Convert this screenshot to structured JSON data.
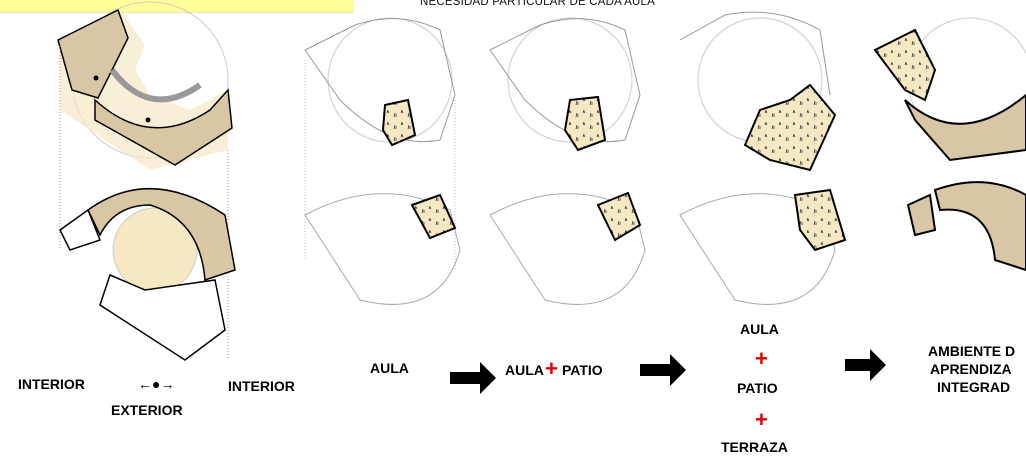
{
  "heading": "NECESIDAD PARTICULAR DE CADA AULA",
  "legend": {
    "left_label": "INTERIOR",
    "right_label": "INTERIOR",
    "bottom_label": "EXTERIOR",
    "connector_symbol": "←●→"
  },
  "sequence": {
    "step1": "AULA",
    "step2_a": "AULA",
    "step2_plus": "+",
    "step2_b": "PATIO",
    "step3_a": "AULA",
    "step3_plus1": "+",
    "step3_b": "PATIO",
    "step3_plus2": "+",
    "step3_c": "TERRAZA",
    "step4_line1": "AMBIENTE D",
    "step4_line2": "APRENDIZA",
    "step4_line3": "INTEGRAD"
  },
  "colors": {
    "accent_bar": "#ffff99",
    "plus_red": "#e00000",
    "room_fill": "#d8c6a5",
    "patio_fill": "#f7e8c4",
    "outline": "#000000"
  },
  "icons": [
    "arrow-right-icon",
    "double-arrow-connector-icon",
    "plant-texture-icon"
  ]
}
